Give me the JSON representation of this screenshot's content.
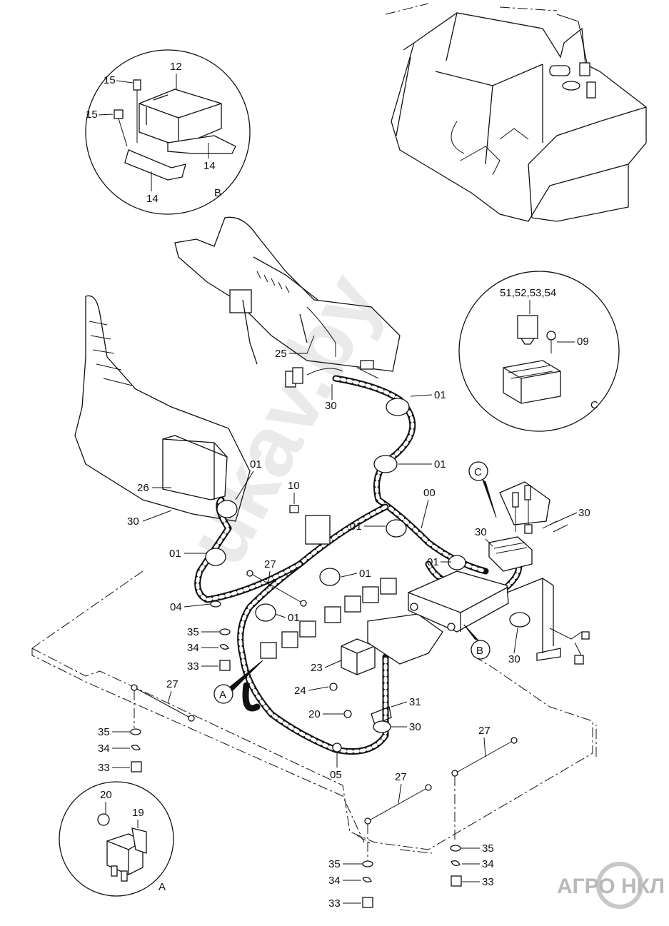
{
  "callouts": {
    "c12": "12",
    "c15a": "15",
    "c15b": "15",
    "c14a": "14",
    "c14b": "14",
    "cB_detail": "B",
    "c51": "51,52,53,54",
    "c09": "09",
    "cC_detail": "C",
    "c25": "25",
    "c30a": "30",
    "c01a": "01",
    "c01b": "01",
    "c26": "26",
    "c30b": "30",
    "c01c": "01",
    "c10": "10",
    "c01d": "01",
    "c00": "00",
    "c01e": "01",
    "c27a": "27",
    "c01f": "01",
    "c04": "04",
    "c01g": "01",
    "c35a": "35",
    "c34a": "34",
    "c33a": "33",
    "cC_marker": "C",
    "c30c": "30",
    "c30d": "30",
    "c01h": "01",
    "cB_marker": "B",
    "c30e": "30",
    "c23": "23",
    "c24": "24",
    "c20a": "20",
    "c31": "31",
    "c30f": "30",
    "cA_marker": "A",
    "c27b": "27",
    "c35b": "35",
    "c34b": "34",
    "c33b": "33",
    "c05": "05",
    "c27c": "27",
    "c27d": "27",
    "c35c": "35",
    "c34c": "34",
    "c33c": "33",
    "c35d": "35",
    "c34d": "34",
    "c33d": "33",
    "c20b": "20",
    "c19": "19",
    "cA_detail": "A"
  },
  "watermark": "ukav.by",
  "logo": "АГРО НКЛ"
}
